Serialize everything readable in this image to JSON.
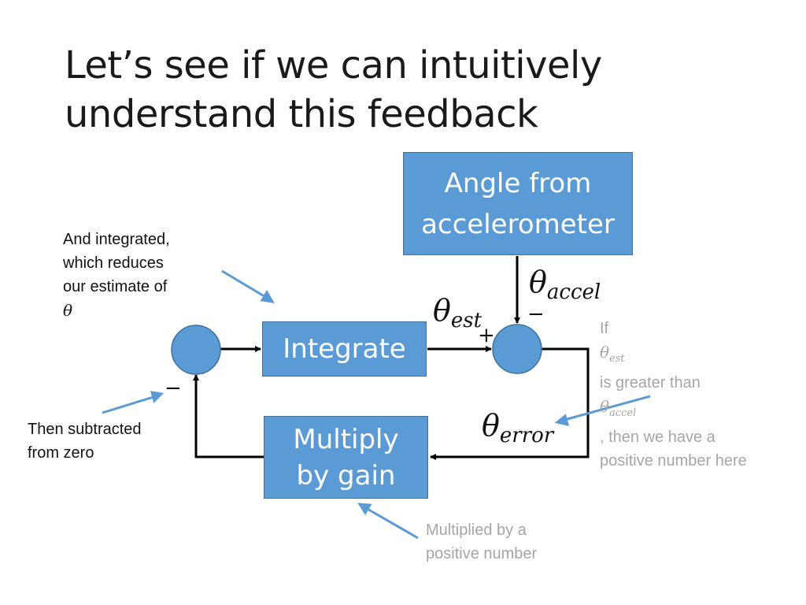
{
  "slide": {
    "title_line1": "Let’s see if we can intuitively",
    "title_line2": "understand this feedback"
  },
  "blocks": {
    "accel_line1": "Angle from",
    "accel_line2": "accelerometer",
    "integrate": "Integrate",
    "multiply_line1": "Multiply",
    "multiply_line2": "by gain"
  },
  "signals": {
    "theta": "θ",
    "accel_sub": "accel",
    "est_sub": "est",
    "error_sub": "error",
    "plus": "+",
    "minus": "−"
  },
  "notes": {
    "integrated": {
      "line1": "And integrated,",
      "line2": "which reduces",
      "line3_text": "our estimate of ",
      "line3_sym": "θ"
    },
    "subtracted": {
      "line1": "Then subtracted",
      "line2": "from zero"
    },
    "greater": {
      "if": "If ",
      "theta": "θ",
      "est_sub": "est",
      "is_greater": " is greater than",
      "accel_sub": "accel",
      "then": ", then we have a",
      "line3": "positive number here"
    },
    "multiplied": {
      "line1": "Multiplied by a",
      "line2": "positive number"
    }
  },
  "colors": {
    "block_fill": "#5b9bd5",
    "block_border": "#41719c",
    "annotation_arrow": "#5b9bd5",
    "gray_text": "#a6a6a6"
  }
}
